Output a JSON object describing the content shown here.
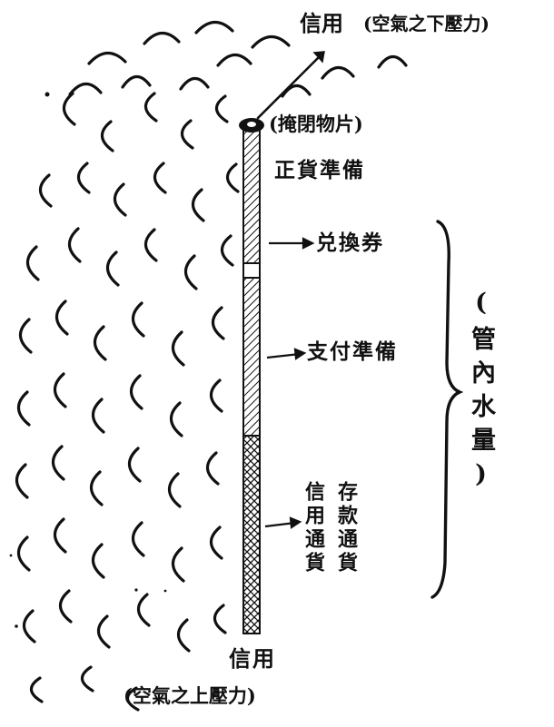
{
  "labels": {
    "top_credit": "信用",
    "top_pressure": "(空氣之下壓力)",
    "cap": "(掩閉物片)",
    "specie_reserve": "正貨準備",
    "convertible_notes": "兑換券",
    "payment_reserve": "支付準備",
    "deposit_currency": "存款通貨",
    "credit_currency": "信用通貨",
    "pipe_water": "(管內水量)",
    "bottom_credit": "信用",
    "bottom_pressure": "(空氣之上壓力)"
  },
  "colors": {
    "ink": "#111111",
    "background": "#ffffff"
  }
}
